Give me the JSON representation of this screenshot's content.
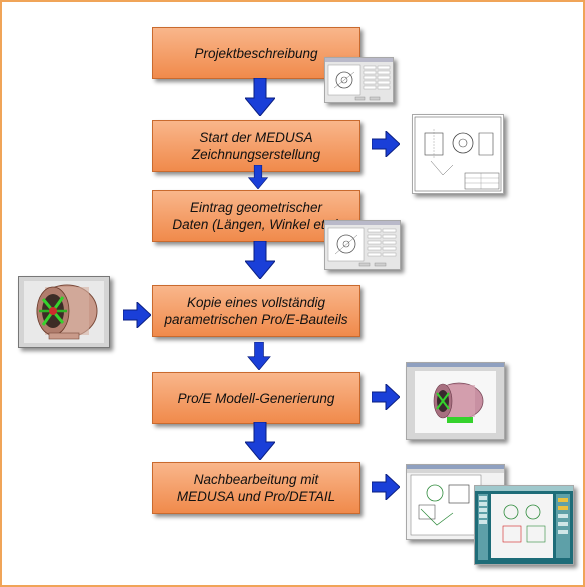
{
  "steps": [
    {
      "lines": [
        "Projektbeschreibung"
      ]
    },
    {
      "lines": [
        "Start der MEDUSA",
        "Zeichnungserstellung"
      ]
    },
    {
      "lines": [
        "Eintrag geometrischer",
        "Daten (Längen, Winkel etc.)"
      ]
    },
    {
      "lines": [
        "Kopie eines vollständig",
        "parametrischen Pro/E-Bauteils"
      ]
    },
    {
      "lines": [
        "Pro/E Modell-Generierung"
      ]
    },
    {
      "lines": [
        "Nachbearbeitung mit",
        "MEDUSA und Pro/DETAIL"
      ]
    }
  ],
  "images": [
    "form-dialog-screenshot",
    "drawing-sheet",
    "form-dialog-screenshot",
    "fan-3d-model",
    "3d-model-window",
    "drawing-and-cad-screens"
  ],
  "colors": {
    "box_fill_top": "#f9b68b",
    "box_fill_bottom": "#f08a4b",
    "arrow": "#1a3fd8",
    "frame": "#f0a458"
  }
}
